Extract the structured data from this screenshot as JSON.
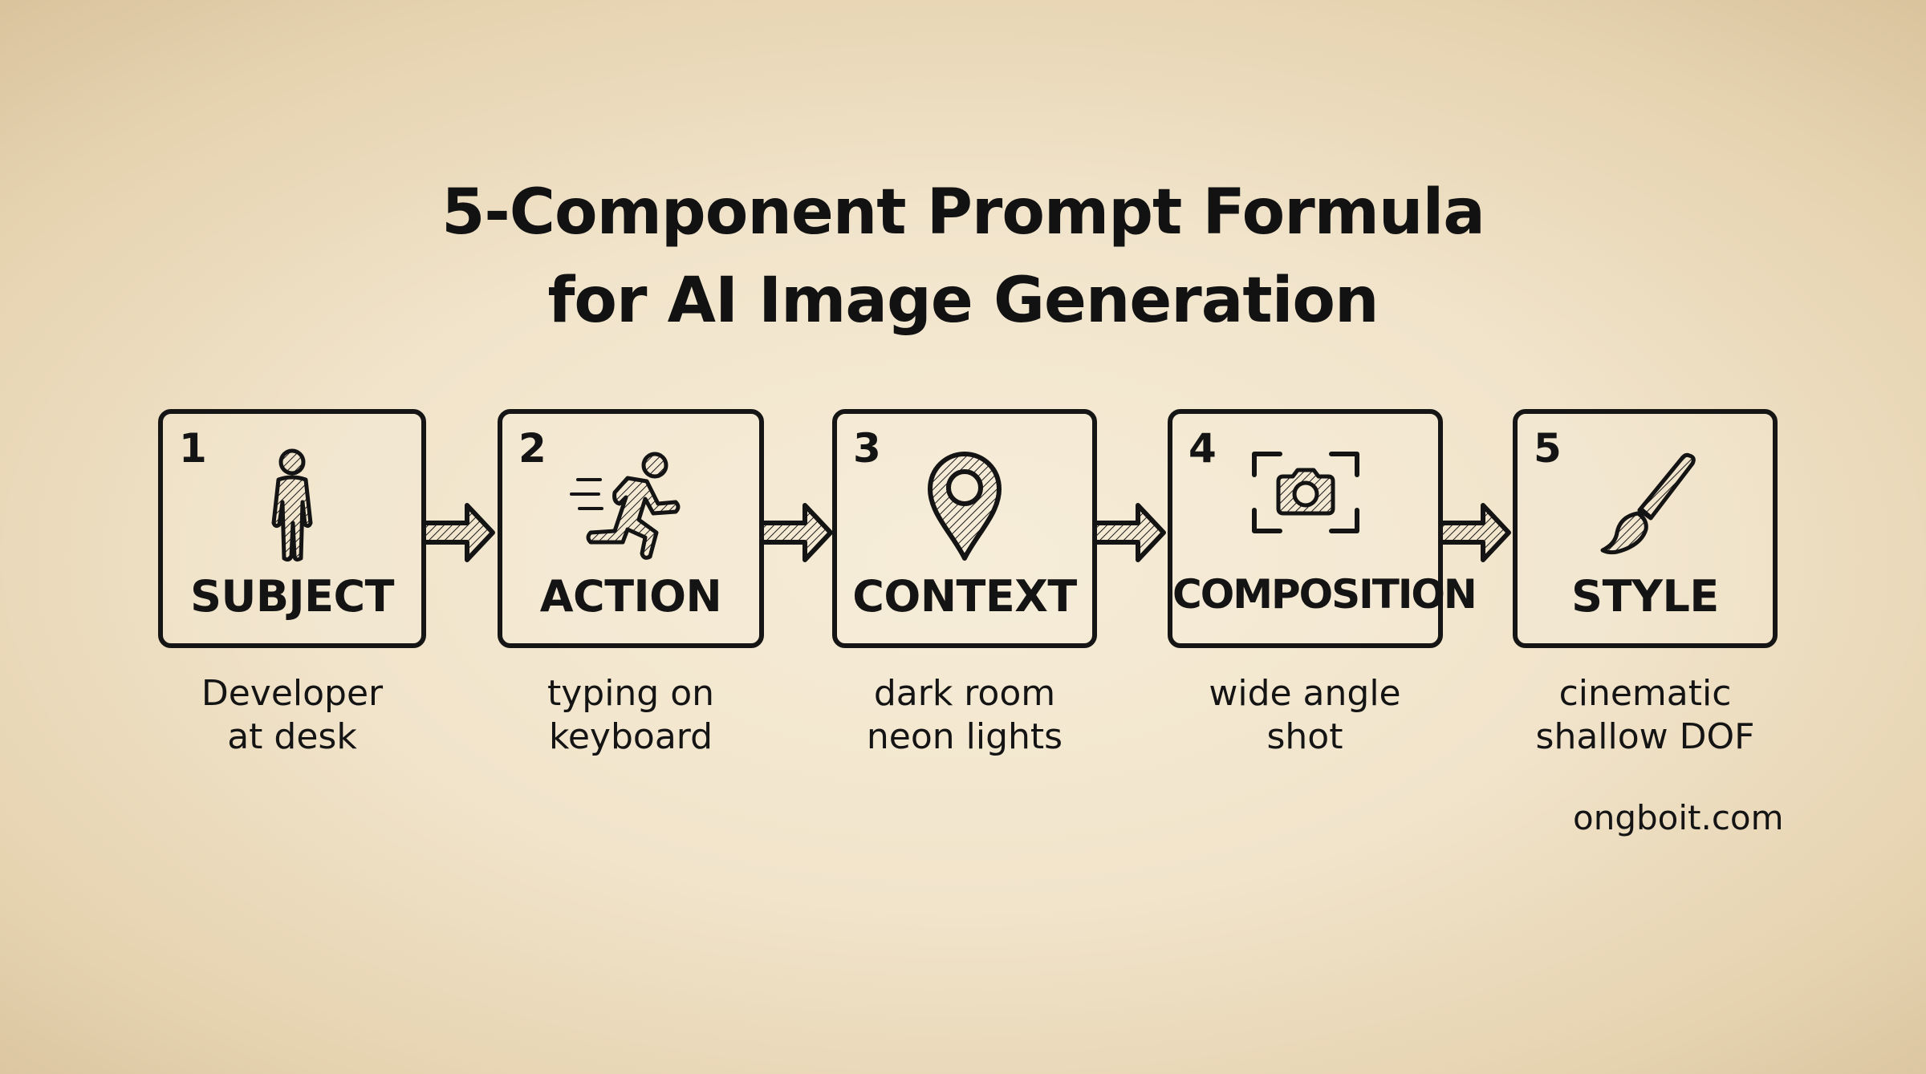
{
  "title": {
    "line1": "5-Component Prompt Formula",
    "line2": "for AI Image Generation"
  },
  "components": [
    {
      "number": "1",
      "label": "SUBJECT",
      "icon": "person-icon",
      "desc_line1": "Developer",
      "desc_line2": "at desk"
    },
    {
      "number": "2",
      "label": "ACTION",
      "icon": "running-person-icon",
      "desc_line1": "typing on",
      "desc_line2": "keyboard"
    },
    {
      "number": "3",
      "label": "CONTEXT",
      "icon": "location-pin-icon",
      "desc_line1": "dark room",
      "desc_line2": "neon lights"
    },
    {
      "number": "4",
      "label": "COMPOSITION",
      "icon": "camera-frame-icon",
      "desc_line1": "wide angle",
      "desc_line2": "shot"
    },
    {
      "number": "5",
      "label": "STYLE",
      "icon": "paintbrush-icon",
      "desc_line1": "cinematic",
      "desc_line2": "shallow DOF"
    }
  ],
  "footer": {
    "site": "ongboit.com"
  },
  "colors": {
    "ink": "#141414",
    "paper_center": "#f6ecd7",
    "paper_edge": "#d8c29c"
  }
}
